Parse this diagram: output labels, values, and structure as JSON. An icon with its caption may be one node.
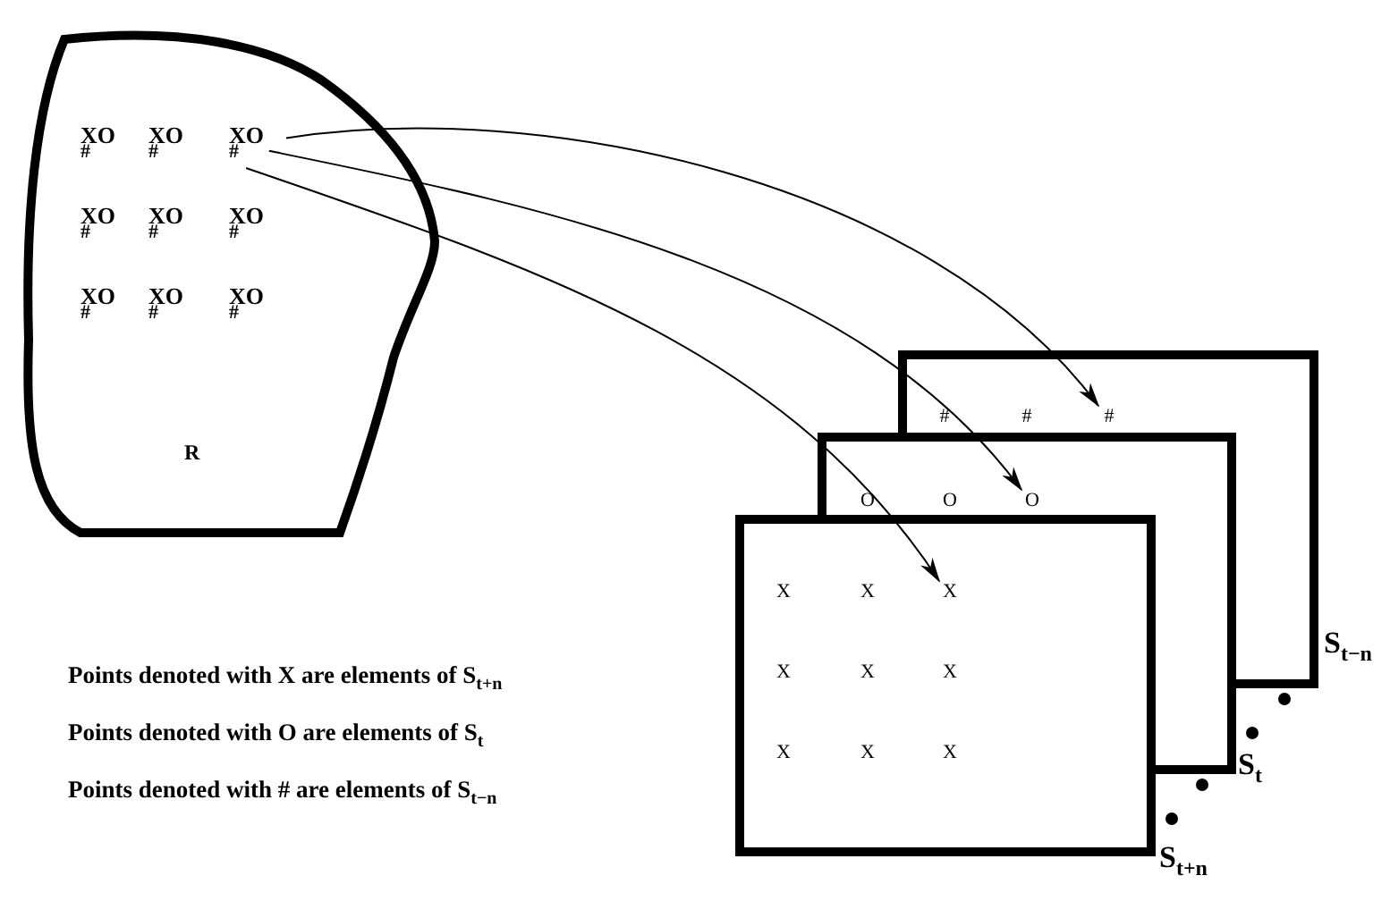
{
  "diagram": {
    "nodes": [
      {
        "text": [
          "R"
        ]
      },
      {
        "text": [
          "XO",
          "#"
        ],
        "in": 0
      },
      {
        "text": [
          "XO",
          "#"
        ],
        "in": 0
      },
      {
        "text": [
          "XO",
          "#"
        ],
        "in": 0
      },
      {
        "text": [
          "XO",
          "#"
        ],
        "in": 0
      },
      {
        "text": [
          "XO",
          "#"
        ],
        "in": 0
      },
      {
        "text": [
          "XO",
          "#"
        ],
        "in": 0
      },
      {
        "text": [
          "XO",
          "#"
        ],
        "in": 0
      },
      {
        "text": [
          "XO",
          "#"
        ],
        "in": 0
      },
      {
        "text": [
          "XO",
          "#"
        ],
        "in": 0
      },
      {
        "text": [],
        "shape": "box",
        "beside": [
          "S$_{t−n}$"
        ]
      },
      {
        "text": [
          "#"
        ],
        "in": 10
      },
      {
        "text": [
          "#"
        ],
        "in": 10
      },
      {
        "text": [
          "#"
        ],
        "in": 10
      },
      {
        "text": [],
        "shape": "box",
        "beside": [
          "S$_{t}$"
        ]
      },
      {
        "text": [
          "O"
        ],
        "in": 14
      },
      {
        "text": [
          "O"
        ]
      },
      {
        "text": [
          "O"
        ]
      },
      {
        "text": [],
        "shape": "box",
        "beside": [
          "S$_{t+n}$"
        ]
      },
      {
        "text": [
          "X"
        ],
        "in": 18
      },
      {
        "text": [
          "X"
        ]
      },
      {
        "text": [
          "X"
        ]
      },
      {
        "text": [
          "X"
        ],
        "in": 18
      },
      {
        "text": [
          "X"
        ]
      },
      {
        "text": [
          "X"
        ]
      },
      {
        "text": [
          "X"
        ],
        "in": 18
      },
      {
        "text": [
          "X"
        ]
      },
      {
        "text": [
          "X"
        ]
      }
    ],
    "edges": [
      {
        "from": 3,
        "to": 13,
        "arrow": "to"
      },
      {
        "from": 3,
        "to": 17,
        "arrow": "to"
      },
      {
        "from": 3,
        "to": 21,
        "arrow": "to"
      }
    ],
    "labels": [
      "Points denoted with X are elements of S$_{t+n}$",
      "Points denoted with O are elements of S$_{t}$",
      "Points denoted with  # are elements of S$_{t−n}$"
    ]
  }
}
